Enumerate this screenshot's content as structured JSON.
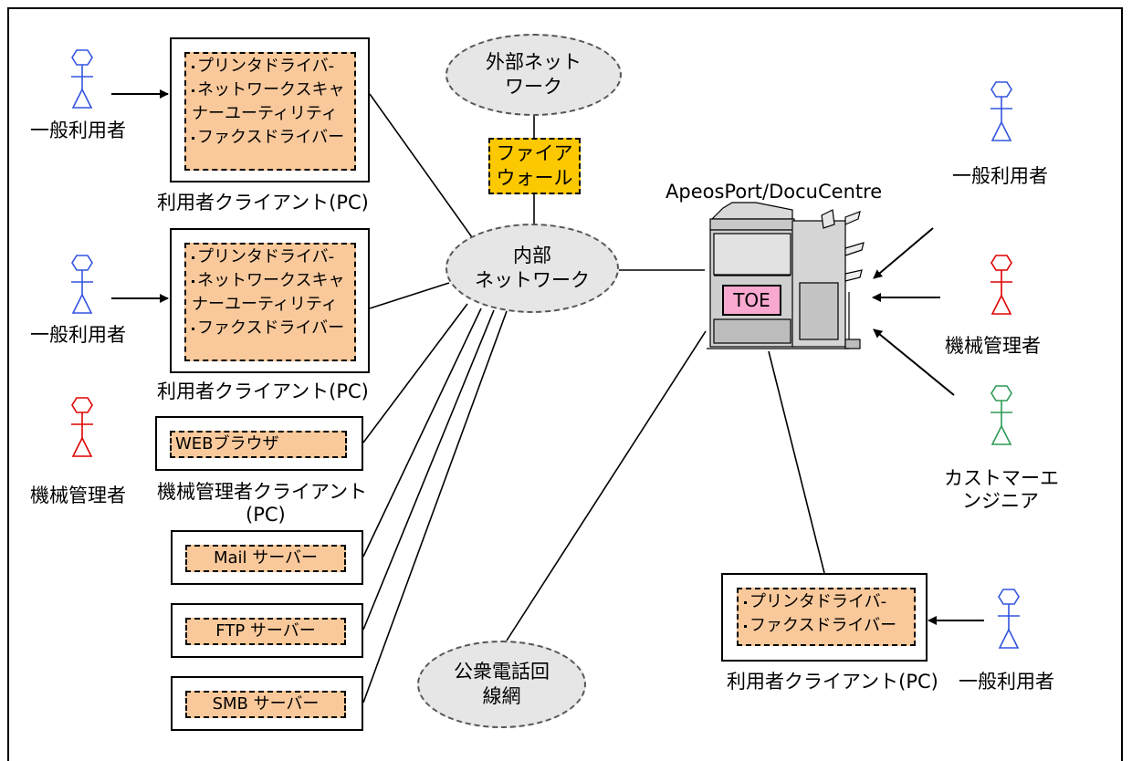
{
  "actors": {
    "user_left_1": "一般利用者",
    "user_left_2": "一般利用者",
    "admin_left": "機械管理者",
    "user_right_top": "一般利用者",
    "admin_right": "機械管理者",
    "ce_line1": "カストマーエ",
    "ce_line2": "ンジニア",
    "user_right_bottom": "一般利用者"
  },
  "clients": {
    "pc1": {
      "items": [
        "プリンタドライバ-",
        "ネットワークスキャ",
        "ナーユーティリティ",
        "ファクスドライバー"
      ],
      "caption": "利用者クライアント(PC)"
    },
    "pc2": {
      "items": [
        "プリンタドライバ-",
        "ネットワークスキャ",
        "ナーユーティリティ",
        "ファクスドライバー"
      ],
      "caption": "利用者クライアント(PC)"
    },
    "admin_pc": {
      "item": "WEBブラウザ",
      "caption_line1": "機械管理者クライアント",
      "caption_line2": "(PC)"
    },
    "pc_right": {
      "items": [
        "プリンタドライバ-",
        "ファクスドライバー"
      ],
      "caption": "利用者クライアント(PC)"
    }
  },
  "servers": {
    "mail": "Mail サーバー",
    "ftp": "FTP サーバー",
    "smb": "SMB サーバー"
  },
  "networks": {
    "external_line1": "外部ネット",
    "external_line2": "ワーク",
    "internal_line1": "内部",
    "internal_line2": "ネットワーク",
    "pstn_line1": "公衆電話回",
    "pstn_line2": "線網"
  },
  "firewall": {
    "line1": "ファイア",
    "line2": "ウォール"
  },
  "device": {
    "name": "ApeosPort/DocuCentre",
    "toe": "TOE"
  },
  "colors": {
    "user": "#3355e0",
    "admin": "#e00000",
    "ce": "#2e9a55",
    "inner_box": "#f9c99b",
    "firewall": "#fcc800",
    "toe": "#f9a8d0",
    "cloud": "#e6e6e6"
  }
}
